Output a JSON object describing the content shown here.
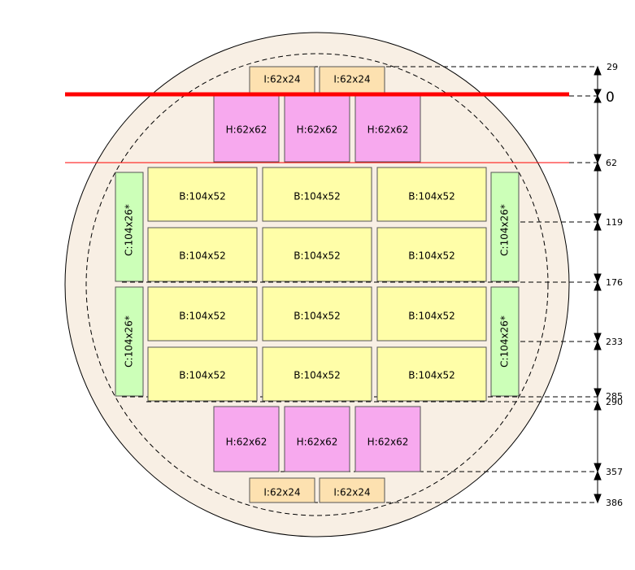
{
  "diagram": {
    "zero_label": "0",
    "dimension_marks": [
      "29",
      "62",
      "119",
      "176",
      "233",
      "285",
      "290",
      "357",
      "386"
    ],
    "dies": {
      "I": "I:62x24",
      "H": "H:62x62",
      "B": "B:104x52",
      "C": "C:104x26*"
    },
    "colors": {
      "wafer_fill": "#f8efe4",
      "I": "#fde1b0",
      "H": "#f7a9ee",
      "B": "#fffea8",
      "C": "#ccffb8",
      "reference_line": "#ff0000"
    }
  }
}
